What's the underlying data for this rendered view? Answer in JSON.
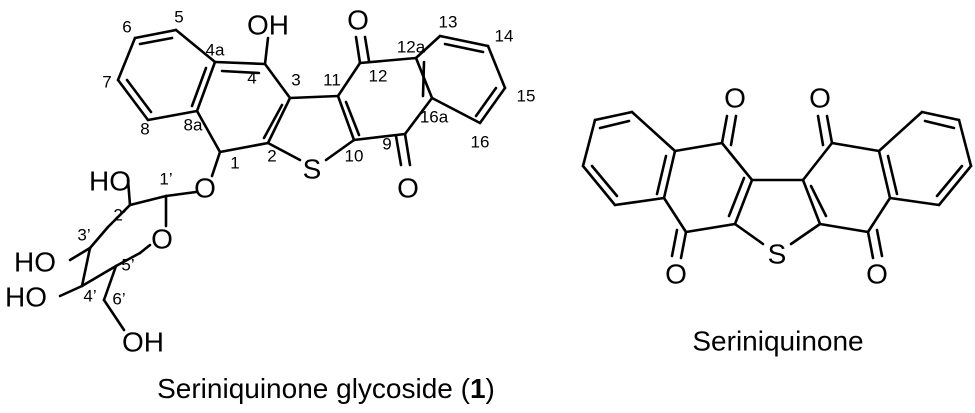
{
  "compound1": {
    "atoms": {
      "oh_top": "OH",
      "o_12": "O",
      "o_9": "O",
      "s": "S",
      "o_link": "O",
      "o_ring": "O",
      "ho_2p": "HO",
      "ho_3p": "HO",
      "ho_4p": "HO",
      "oh_6p": "OH"
    },
    "locants": {
      "n5": "5",
      "n6": "6",
      "n7": "7",
      "n8": "8",
      "n4a": "4a",
      "n4": "4",
      "n3": "3",
      "n8a": "8a",
      "n1": "1",
      "n2": "2",
      "n11": "11",
      "n10": "10",
      "n12": "12",
      "n9": "9",
      "n12a": "12a",
      "n16a": "16a",
      "n13": "13",
      "n14": "14",
      "n15": "15",
      "n16": "16",
      "n1p": "1’",
      "n2p": "2’",
      "n3p": "3’",
      "n4p": "4’",
      "n5p": "5’",
      "n6p": "6’"
    },
    "caption_text": "Seriniquinone glycoside (",
    "caption_number": "1",
    "caption_close": ")"
  },
  "compound2": {
    "atoms": {
      "o_tl": "O",
      "o_tr": "O",
      "o_bl": "O",
      "o_br": "O",
      "s": "S"
    },
    "caption": "Seriniquinone"
  }
}
